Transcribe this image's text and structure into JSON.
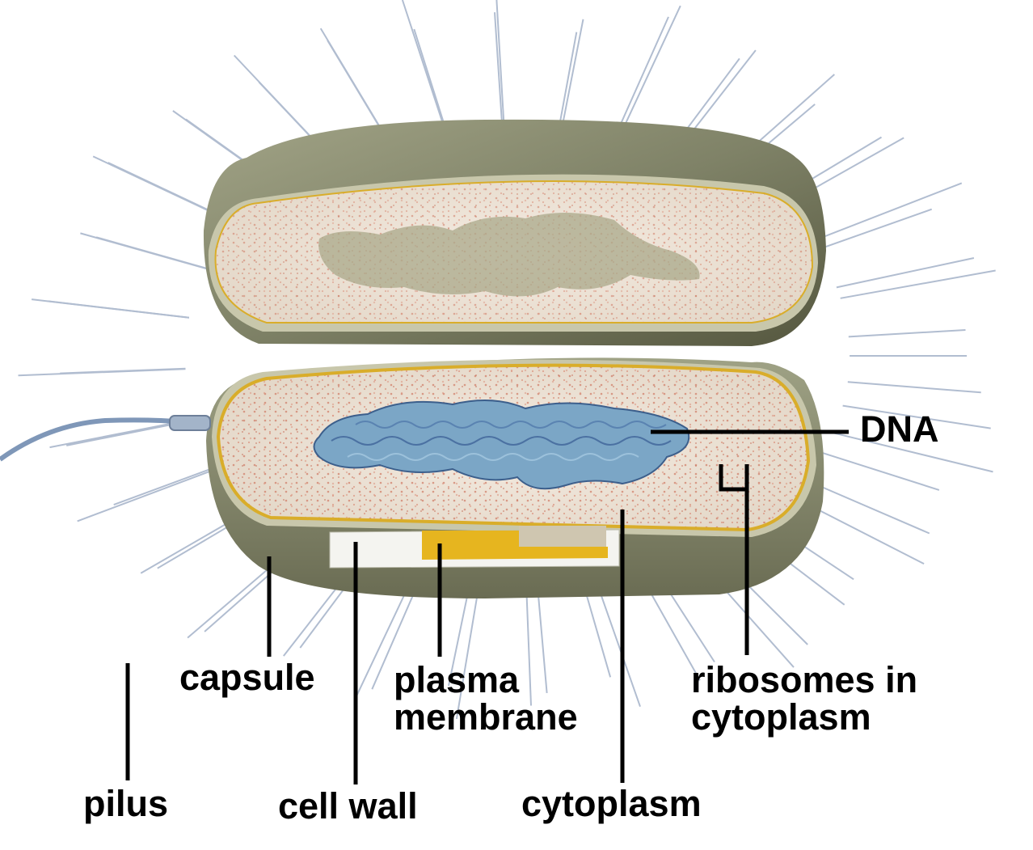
{
  "labels": {
    "dna": "DNA",
    "ribosomes": {
      "line1": "ribosomes in",
      "line2": "cytoplasm"
    },
    "capsule": "capsule",
    "plasma_membrane": {
      "line1": "plasma",
      "line2": "membrane"
    },
    "pilus": "pilus",
    "cell_wall": "cell wall",
    "cytoplasm": "cytoplasm"
  },
  "colors": {
    "capsule_shell": "#7d8064",
    "capsule_rim": "#c9c9ac",
    "plasma_membrane": "#e8b820",
    "cell_wall": "#f2f2ee",
    "cytoplasm": "#f1e6db",
    "ribosome_dots": "#d4806b",
    "dna": "#6f9fc0",
    "pili": "#a9b6cc",
    "leader_lines": "#000000"
  }
}
